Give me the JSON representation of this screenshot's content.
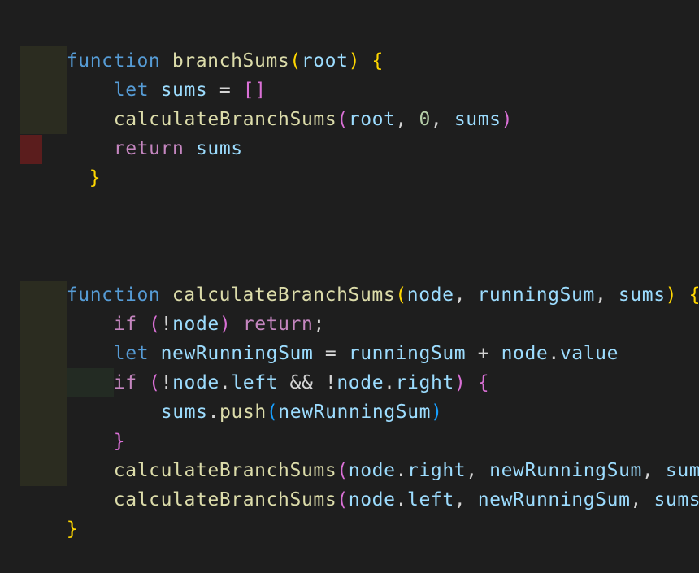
{
  "editor": {
    "language": "javascript",
    "theme_colors": {
      "background": "#1e1e1e",
      "keyword": "#569cd6",
      "control_keyword": "#c586c0",
      "function": "#dcdcaa",
      "variable": "#9cdcfe",
      "number": "#b5cea8",
      "operator": "#d4d4d4",
      "bracket_level_1": "#ffd700",
      "bracket_level_2": "#da70d6"
    },
    "tokens": {
      "l1": [
        "function",
        " ",
        "branchSums",
        "(",
        "root",
        ")",
        " ",
        "{"
      ],
      "l2": [
        "let",
        " ",
        "sums",
        " = ",
        "[]"
      ],
      "l3": [
        "calculateBranchSums",
        "(",
        "root",
        ", ",
        "0",
        ", ",
        "sums",
        ")"
      ],
      "l4": [
        "return",
        " ",
        "sums"
      ],
      "l5": [
        "}"
      ],
      "l9": [
        "function",
        " ",
        "calculateBranchSums",
        "(",
        "node",
        ", ",
        "runningSum",
        ", ",
        "sums",
        ")",
        " ",
        "{"
      ],
      "l10": [
        "if",
        " ",
        "(",
        "!",
        "node",
        ")",
        " ",
        "return",
        ";"
      ],
      "l11": [
        "let",
        " ",
        "newRunningSum",
        " = ",
        "runningSum",
        " + ",
        "node",
        ".",
        "value"
      ],
      "l12": [
        "if",
        " ",
        "(",
        "!",
        "node",
        ".",
        "left",
        " && ",
        "!",
        "node",
        ".",
        "right",
        ")",
        " ",
        "{"
      ],
      "l13": [
        "sums",
        ".",
        "push",
        "(",
        "newRunningSum",
        ")"
      ],
      "l14": [
        "}"
      ],
      "l15": [
        "calculateBranchSums",
        "(",
        "node",
        ".",
        "right",
        ", ",
        "newRunningSum",
        ", ",
        "sums",
        ")"
      ],
      "l16": [
        "calculateBranchSums",
        "(",
        "node",
        ".",
        "left",
        ", ",
        "newRunningSum",
        ", ",
        "sums",
        ")"
      ],
      "l17": [
        "}"
      ]
    }
  }
}
